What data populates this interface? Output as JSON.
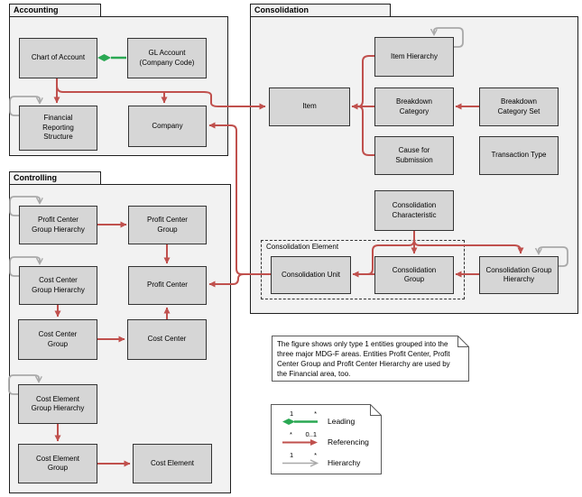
{
  "packages": {
    "accounting": "Accounting",
    "consolidation": "Consolidation",
    "controlling": "Controlling"
  },
  "subgroup": {
    "consolidation_element": "Consolidation Element"
  },
  "entities": {
    "chart_of_account": "Chart of Account",
    "gl_account": "GL Account (Company Code)",
    "financial_reporting_structure": "Financial Reporting Structure",
    "company": "Company",
    "item_hierarchy": "Item Hierarchy",
    "item": "Item",
    "breakdown_category": "Breakdown Category",
    "breakdown_category_set": "Breakdown Category Set",
    "cause_for_submission": "Cause for Submission",
    "transaction_type": "Transaction Type",
    "consolidation_characteristic": "Consolidation Characteristic",
    "consolidation_unit": "Consolidation Unit",
    "consolidation_group": "Consolidation Group",
    "consolidation_group_hierarchy": "Consolidation Group Hierarchy",
    "profit_center_group_hierarchy": "Profit Center Group Hierarchy",
    "profit_center_group": "Profit Center Group",
    "cost_center_group_hierarchy": "Cost Center Group Hierarchy",
    "profit_center": "Profit Center",
    "cost_center_group": "Cost Center Group",
    "cost_center": "Cost Center",
    "cost_element_group_hierarchy": "Cost Element Group Hierarchy",
    "cost_element_group": "Cost Element Group",
    "cost_element": "Cost Element"
  },
  "note": {
    "text": "The figure shows only type 1 entities grouped into the three major MDG-F areas. Entities Profit Center, Profit Center Group and Profit Center Hierarchy are used by the Financial area, too."
  },
  "legend": {
    "items": [
      {
        "type": "leading",
        "label": "Leading",
        "left_mult": "1",
        "right_mult": "*"
      },
      {
        "type": "referencing",
        "label": "Referencing",
        "left_mult": "*",
        "right_mult": "0..1"
      },
      {
        "type": "hierarchy",
        "label": "Hierarchy",
        "left_mult": "1",
        "right_mult": "*"
      }
    ]
  },
  "colors": {
    "leading": "#2aa853",
    "referencing": "#c0504d",
    "hierarchy": "#a9a9a9"
  }
}
